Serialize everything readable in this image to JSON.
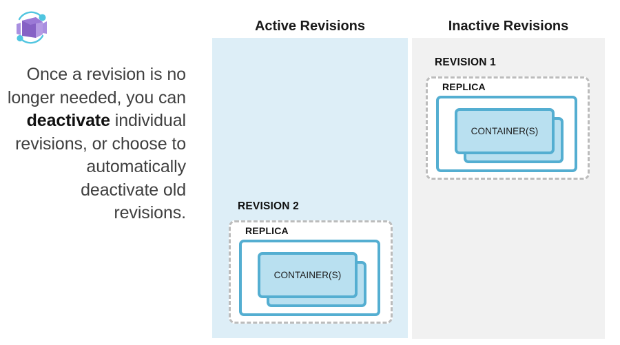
{
  "left": {
    "icon_name": "azure-container-apps-icon",
    "description_before": "Once a revision is no longer needed, you can ",
    "description_emphasis": "deactivate",
    "description_after": " individual revisions, or choose to automatically deactivate old revisions."
  },
  "columns": {
    "active": {
      "heading": "Active Revisions",
      "panel_color": "#ddeef7"
    },
    "inactive": {
      "heading": "Inactive Revisions",
      "panel_color": "#f1f1f1"
    }
  },
  "revisions": [
    {
      "id": "revision-1",
      "label": "REVISION 1",
      "replica_label": "REPLICA",
      "container_label": "CONTAINER(S)",
      "column": "inactive"
    },
    {
      "id": "revision-2",
      "label": "REVISION 2",
      "replica_label": "REPLICA",
      "container_label": "CONTAINER(S)",
      "column": "active"
    }
  ],
  "colors": {
    "container_fill": "#b9e0f0",
    "container_border": "#54aed1",
    "dashed_border": "#bcbcbc",
    "icon_purple": "#8661c5",
    "icon_cyan": "#50c5e0"
  }
}
